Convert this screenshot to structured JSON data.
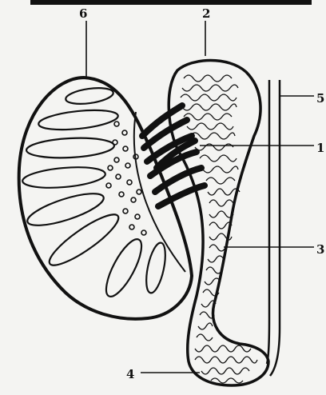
{
  "callouts": [
    {
      "id": "6",
      "text": "6"
    },
    {
      "id": "2",
      "text": "2"
    },
    {
      "id": "5",
      "text": "5"
    },
    {
      "id": "1",
      "text": "1"
    },
    {
      "id": "3",
      "text": "3"
    },
    {
      "id": "4",
      "text": "4"
    }
  ],
  "colors": {
    "ink": "#111111",
    "paper": "#f4f4f2"
  }
}
